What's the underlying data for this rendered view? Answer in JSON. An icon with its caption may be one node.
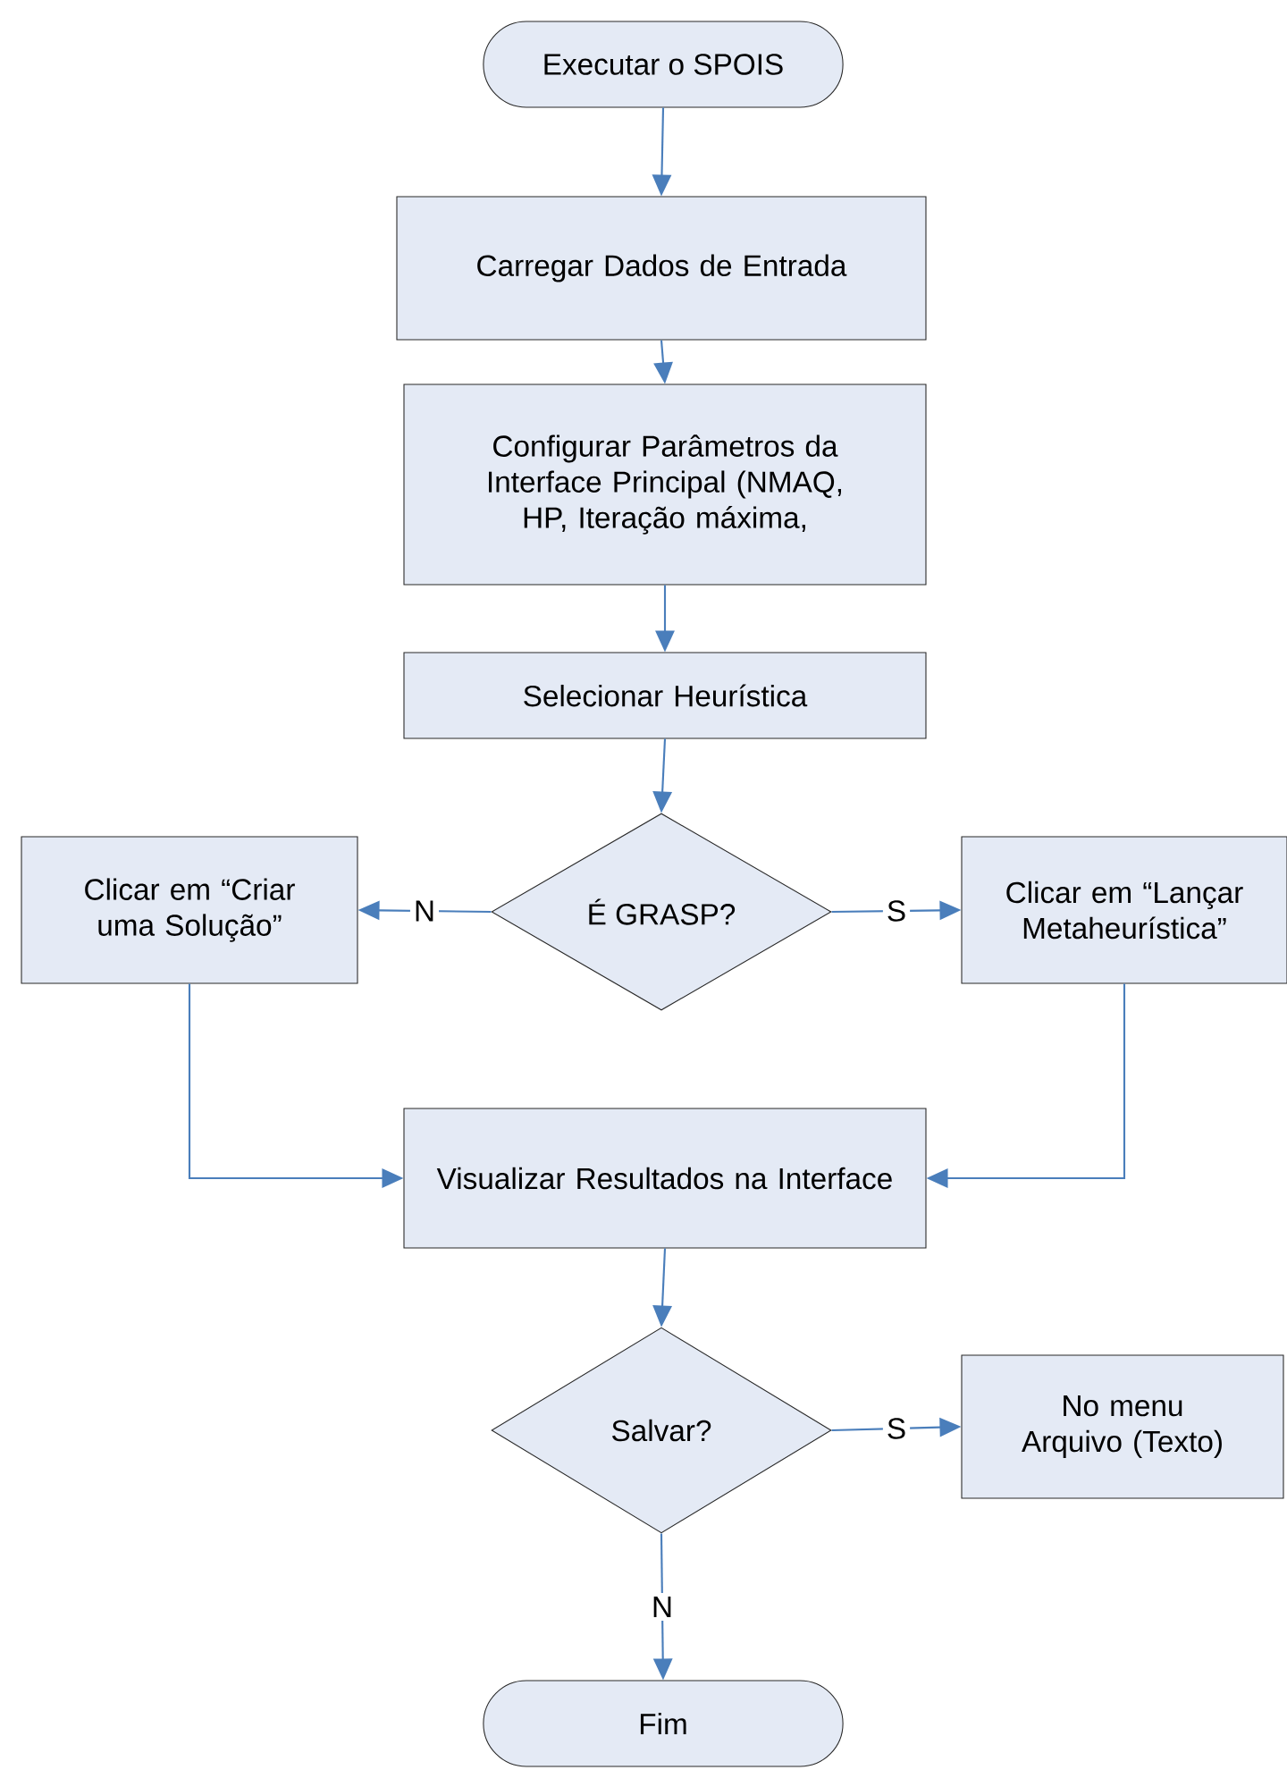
{
  "diagram": {
    "nodes": [
      {
        "text": [
          "Executar o SPOIS"
        ]
      },
      {
        "text": [
          "Carregar Dados de Entrada"
        ]
      },
      {
        "text": [
          "Configurar Parâmetros da Interface Principal (NMAQ, HP, Iteração máxima,"
        ]
      },
      {
        "text": [
          "Selecionar Heurística"
        ]
      },
      {
        "text": [
          "É GRASP?"
        ]
      },
      {
        "text": [
          "Clicar em “Criar uma Solução”"
        ]
      },
      {
        "text": [
          "Clicar em “Lançar Metaheurística”"
        ]
      },
      {
        "text": [
          "Visualizar Resultados na Interface"
        ]
      },
      {
        "text": [
          "Salvar?"
        ]
      },
      {
        "text": [
          "No menu Arquivo (Texto)"
        ]
      },
      {
        "text": [
          "Fim"
        ]
      }
    ],
    "edges": [
      {
        "from": 0,
        "to": 1,
        "arrow": "to"
      },
      {
        "from": 1,
        "to": 2,
        "arrow": "to"
      },
      {
        "from": 2,
        "to": 3,
        "arrow": "to"
      },
      {
        "from": 3,
        "to": 4,
        "arrow": "to"
      },
      {
        "from": 4,
        "to": 5,
        "arrow": "to",
        "label": "N"
      },
      {
        "from": 4,
        "to": 6,
        "arrow": "to",
        "label": "S"
      },
      {
        "from": 5,
        "to": 7,
        "arrow": "to"
      },
      {
        "from": 6,
        "to": 7,
        "arrow": "to"
      },
      {
        "from": 7,
        "to": 8,
        "arrow": "to"
      },
      {
        "from": 8,
        "to": 9,
        "arrow": "to",
        "label": "S"
      },
      {
        "from": 8,
        "to": 10,
        "arrow": "to",
        "label": "N"
      }
    ]
  }
}
